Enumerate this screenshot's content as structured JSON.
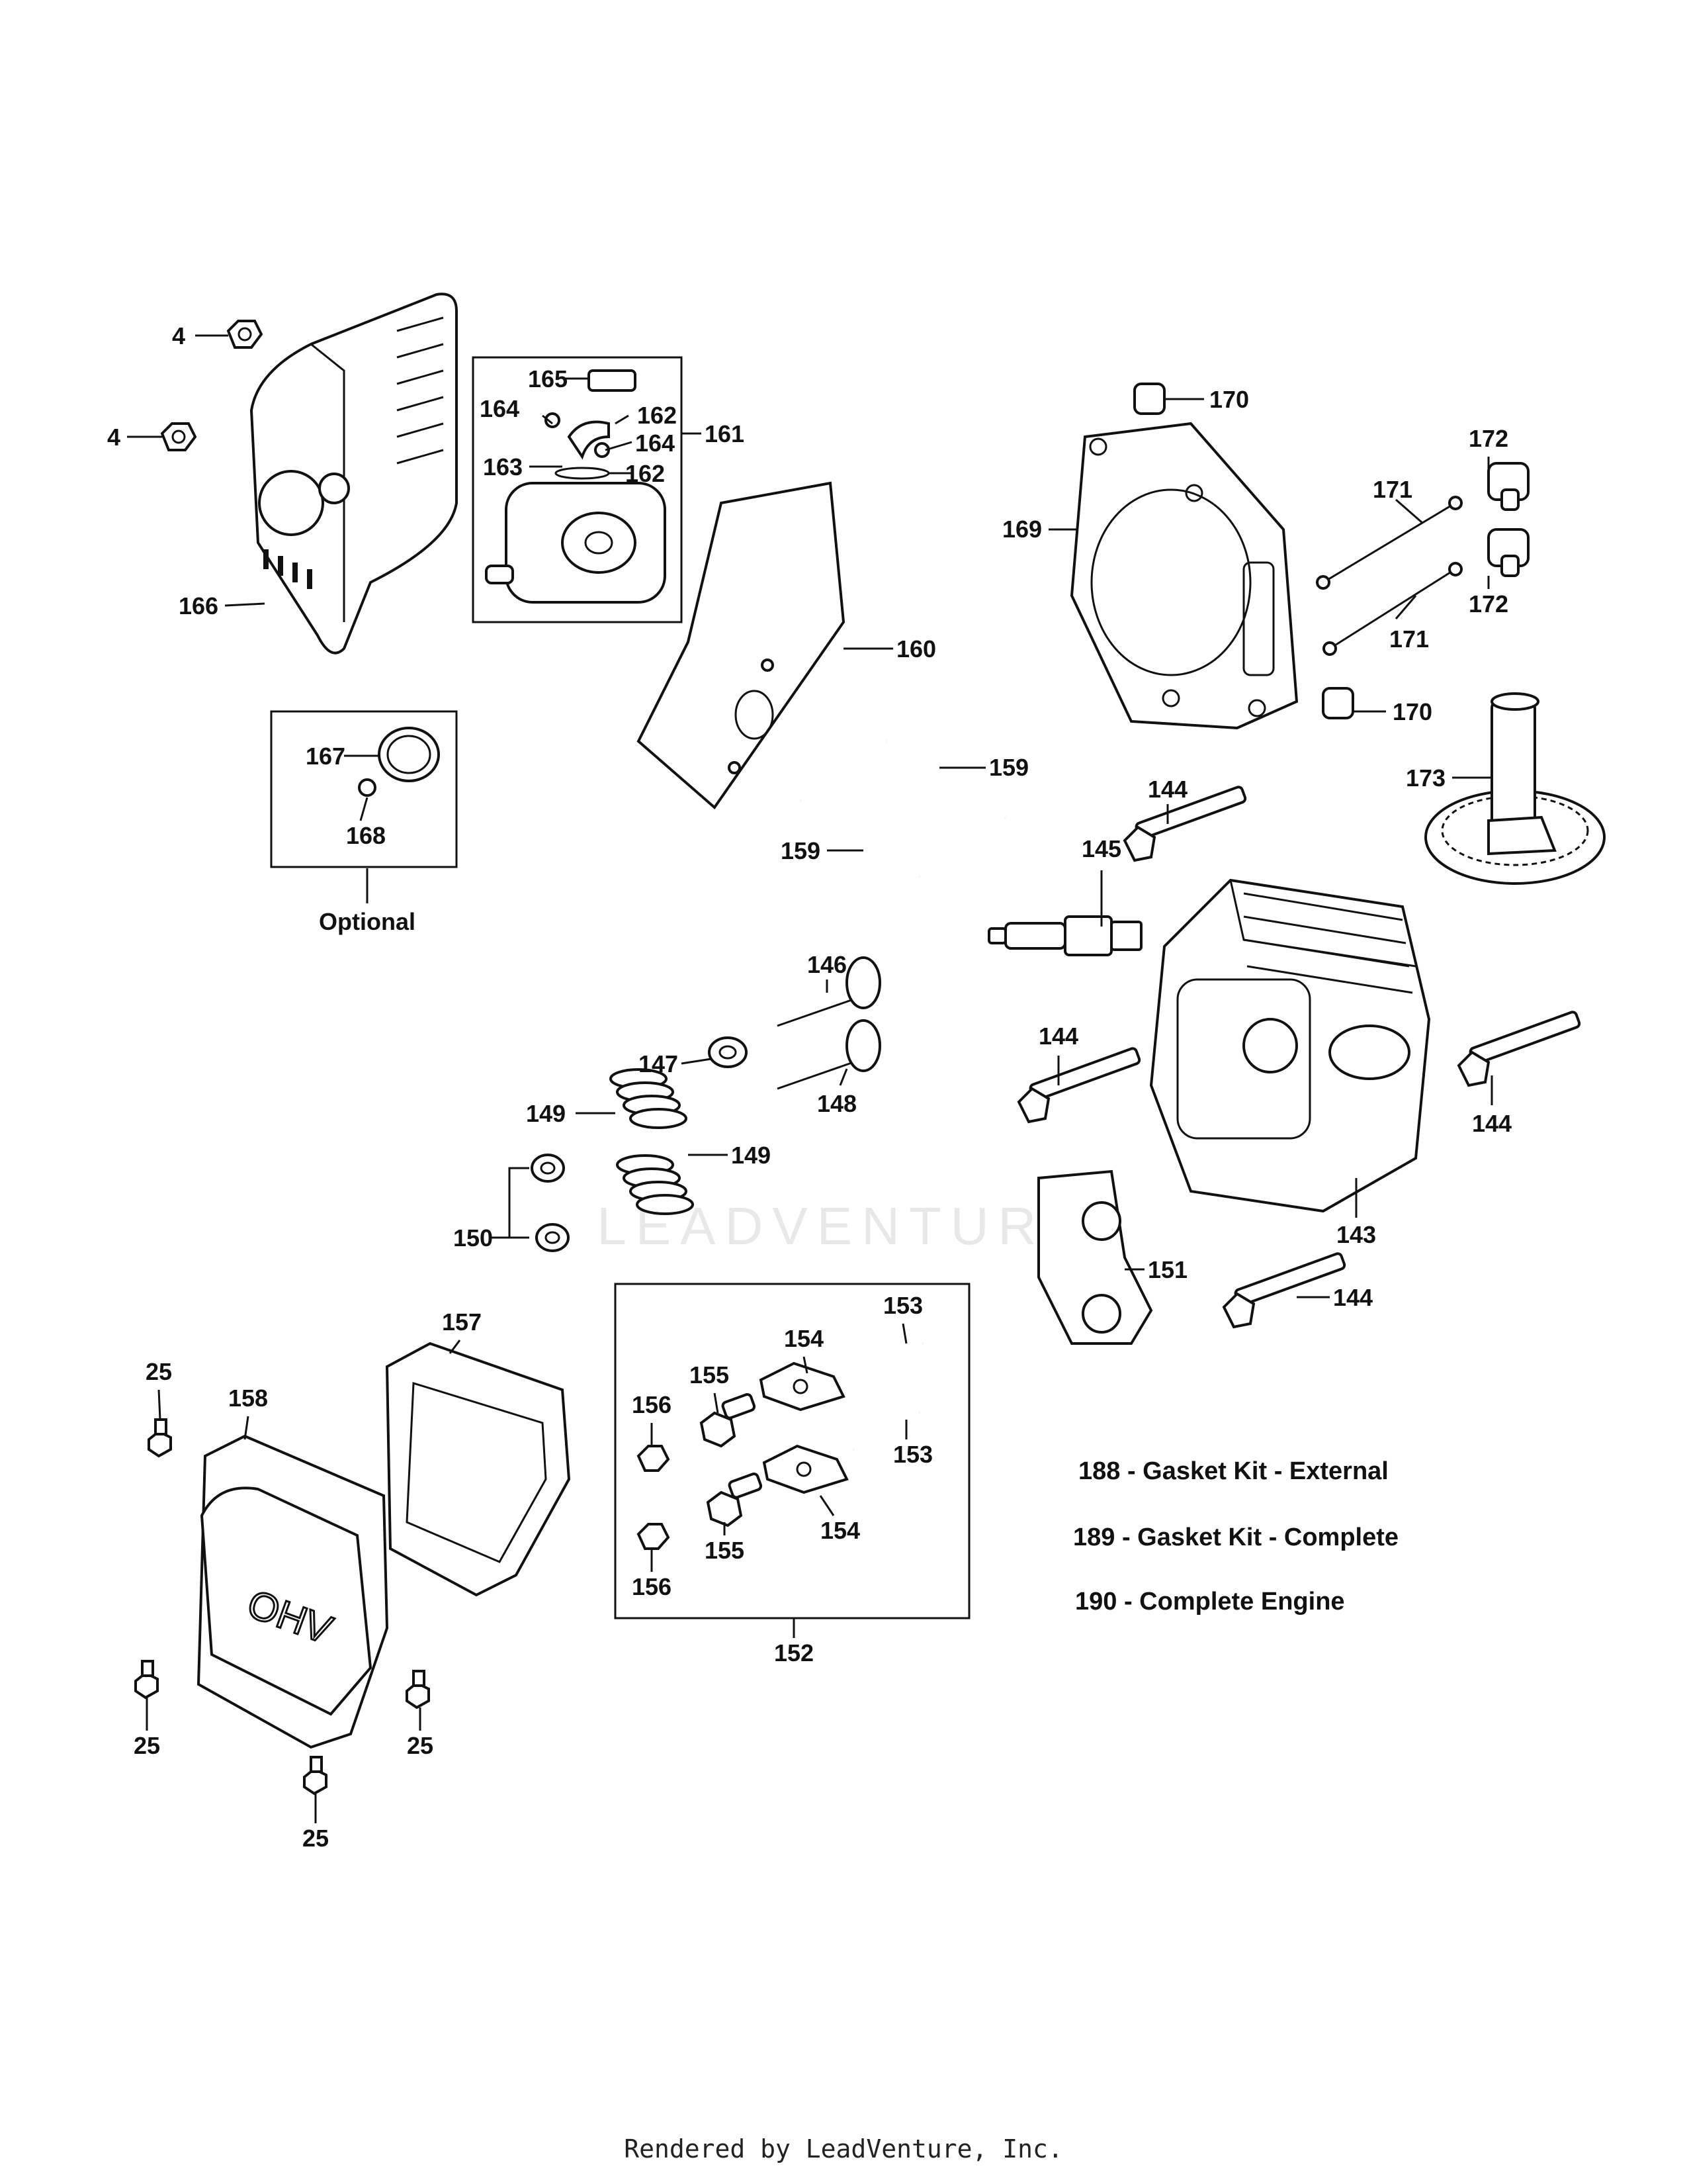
{
  "diagram": {
    "watermark": "LEADVENTURE",
    "footer": "Rendered by LeadVenture, Inc.",
    "notes": [
      "188 - Gasket Kit - External",
      "189 - Gasket Kit - Complete",
      "190 - Complete Engine"
    ],
    "optional_label": "Optional",
    "callouts": [
      "4",
      "4",
      "166",
      "165",
      "164",
      "162",
      "161",
      "163",
      "164",
      "162",
      "170",
      "172",
      "171",
      "169",
      "171",
      "172",
      "170",
      "160",
      "167",
      "168",
      "159",
      "159",
      "173",
      "144",
      "145",
      "146",
      "147",
      "148",
      "149",
      "149",
      "144",
      "144",
      "143",
      "150",
      "151",
      "144",
      "157",
      "153",
      "154",
      "25",
      "158",
      "155",
      "156",
      "153",
      "155",
      "154",
      "156",
      "152",
      "25",
      "25",
      "25"
    ]
  }
}
